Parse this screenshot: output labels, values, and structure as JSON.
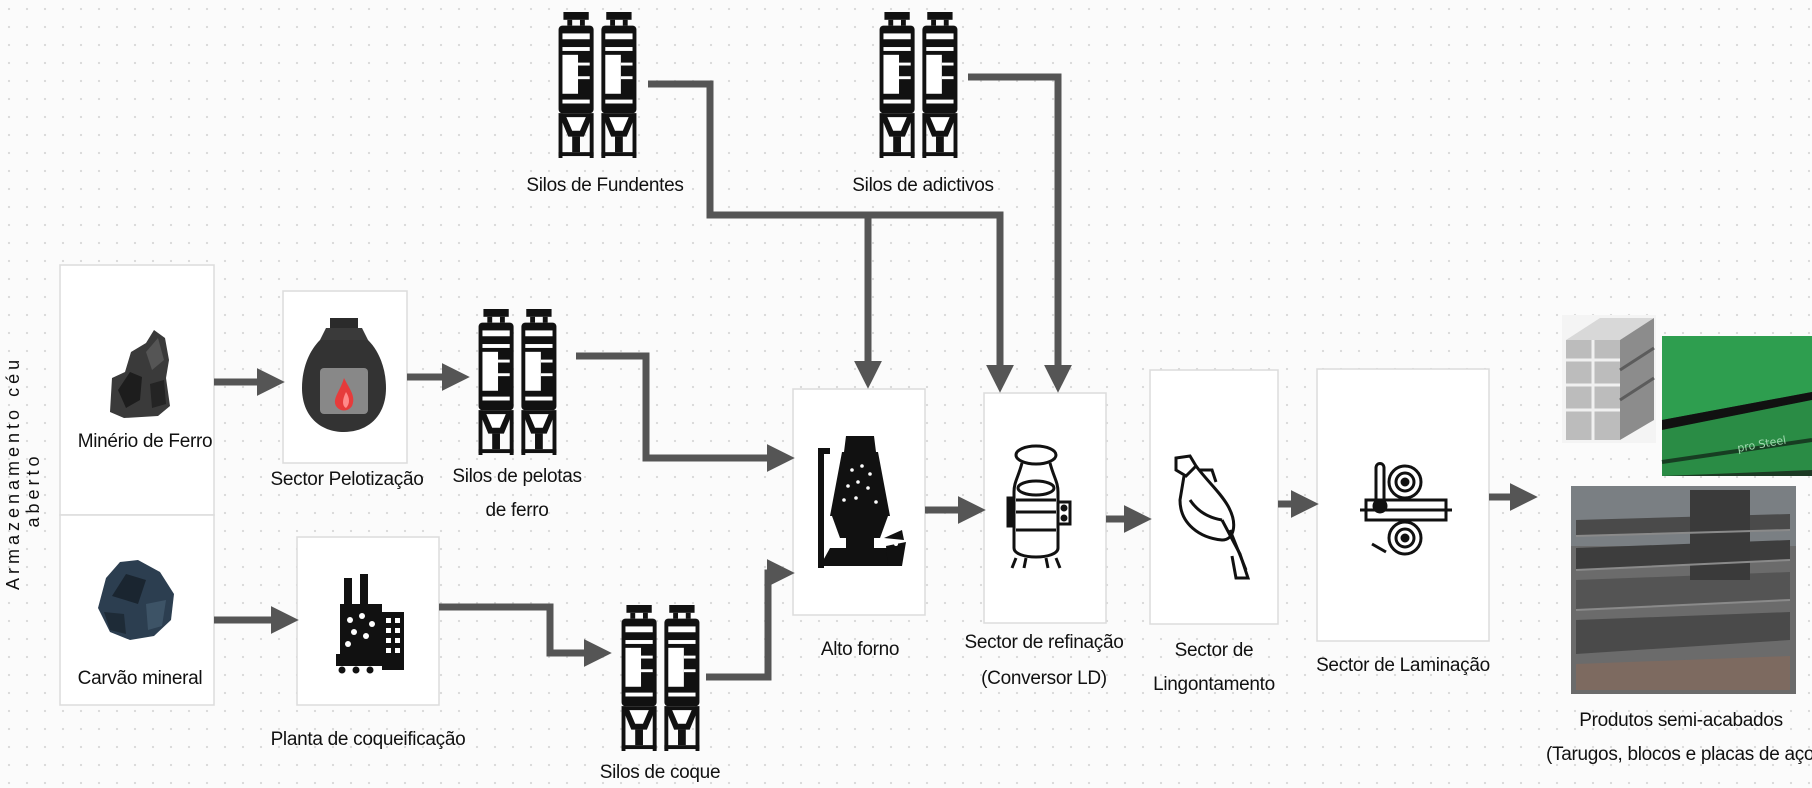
{
  "storage_label": {
    "line1": "Armazenamento céu",
    "line2": "aberto"
  },
  "nodes": {
    "minerio": "Minério de Ferro",
    "carvao": "Carvão  mineral",
    "pelotizacao": "Sector Pelotização",
    "silos_pelotas_1": "Silos de pelotas",
    "silos_pelotas_2": "de ferro",
    "coqueificacao": "Planta de coqueificação",
    "silos_coque": "Silos de coque",
    "silos_fundentes": "Silos de  Fundentes",
    "silos_adictivos": "Silos de adictivos",
    "alto_forno": "Alto forno",
    "refinacao_1": "Sector de refinação",
    "refinacao_2": "(Conversor LD)",
    "lingotamento_1": "Sector de",
    "lingotamento_2": "Lingontamento",
    "laminacao": "Sector de Laminação",
    "produtos_1": "Produtos semi-acabados",
    "produtos_2": "(Tarugos, blocos e placas de aço)"
  },
  "icons": [
    "silo-icon",
    "rock-icon",
    "furnace-icon",
    "factory-icon",
    "blast-furnace-icon",
    "converter-icon",
    "ladle-icon",
    "rolling-mill-icon"
  ],
  "colors": {
    "arrow": "#555555",
    "box_border": "#dcdcdc",
    "flame": "#e63b3b",
    "green_plate": "#2e9e4f"
  },
  "photo_text": "pro Steel"
}
